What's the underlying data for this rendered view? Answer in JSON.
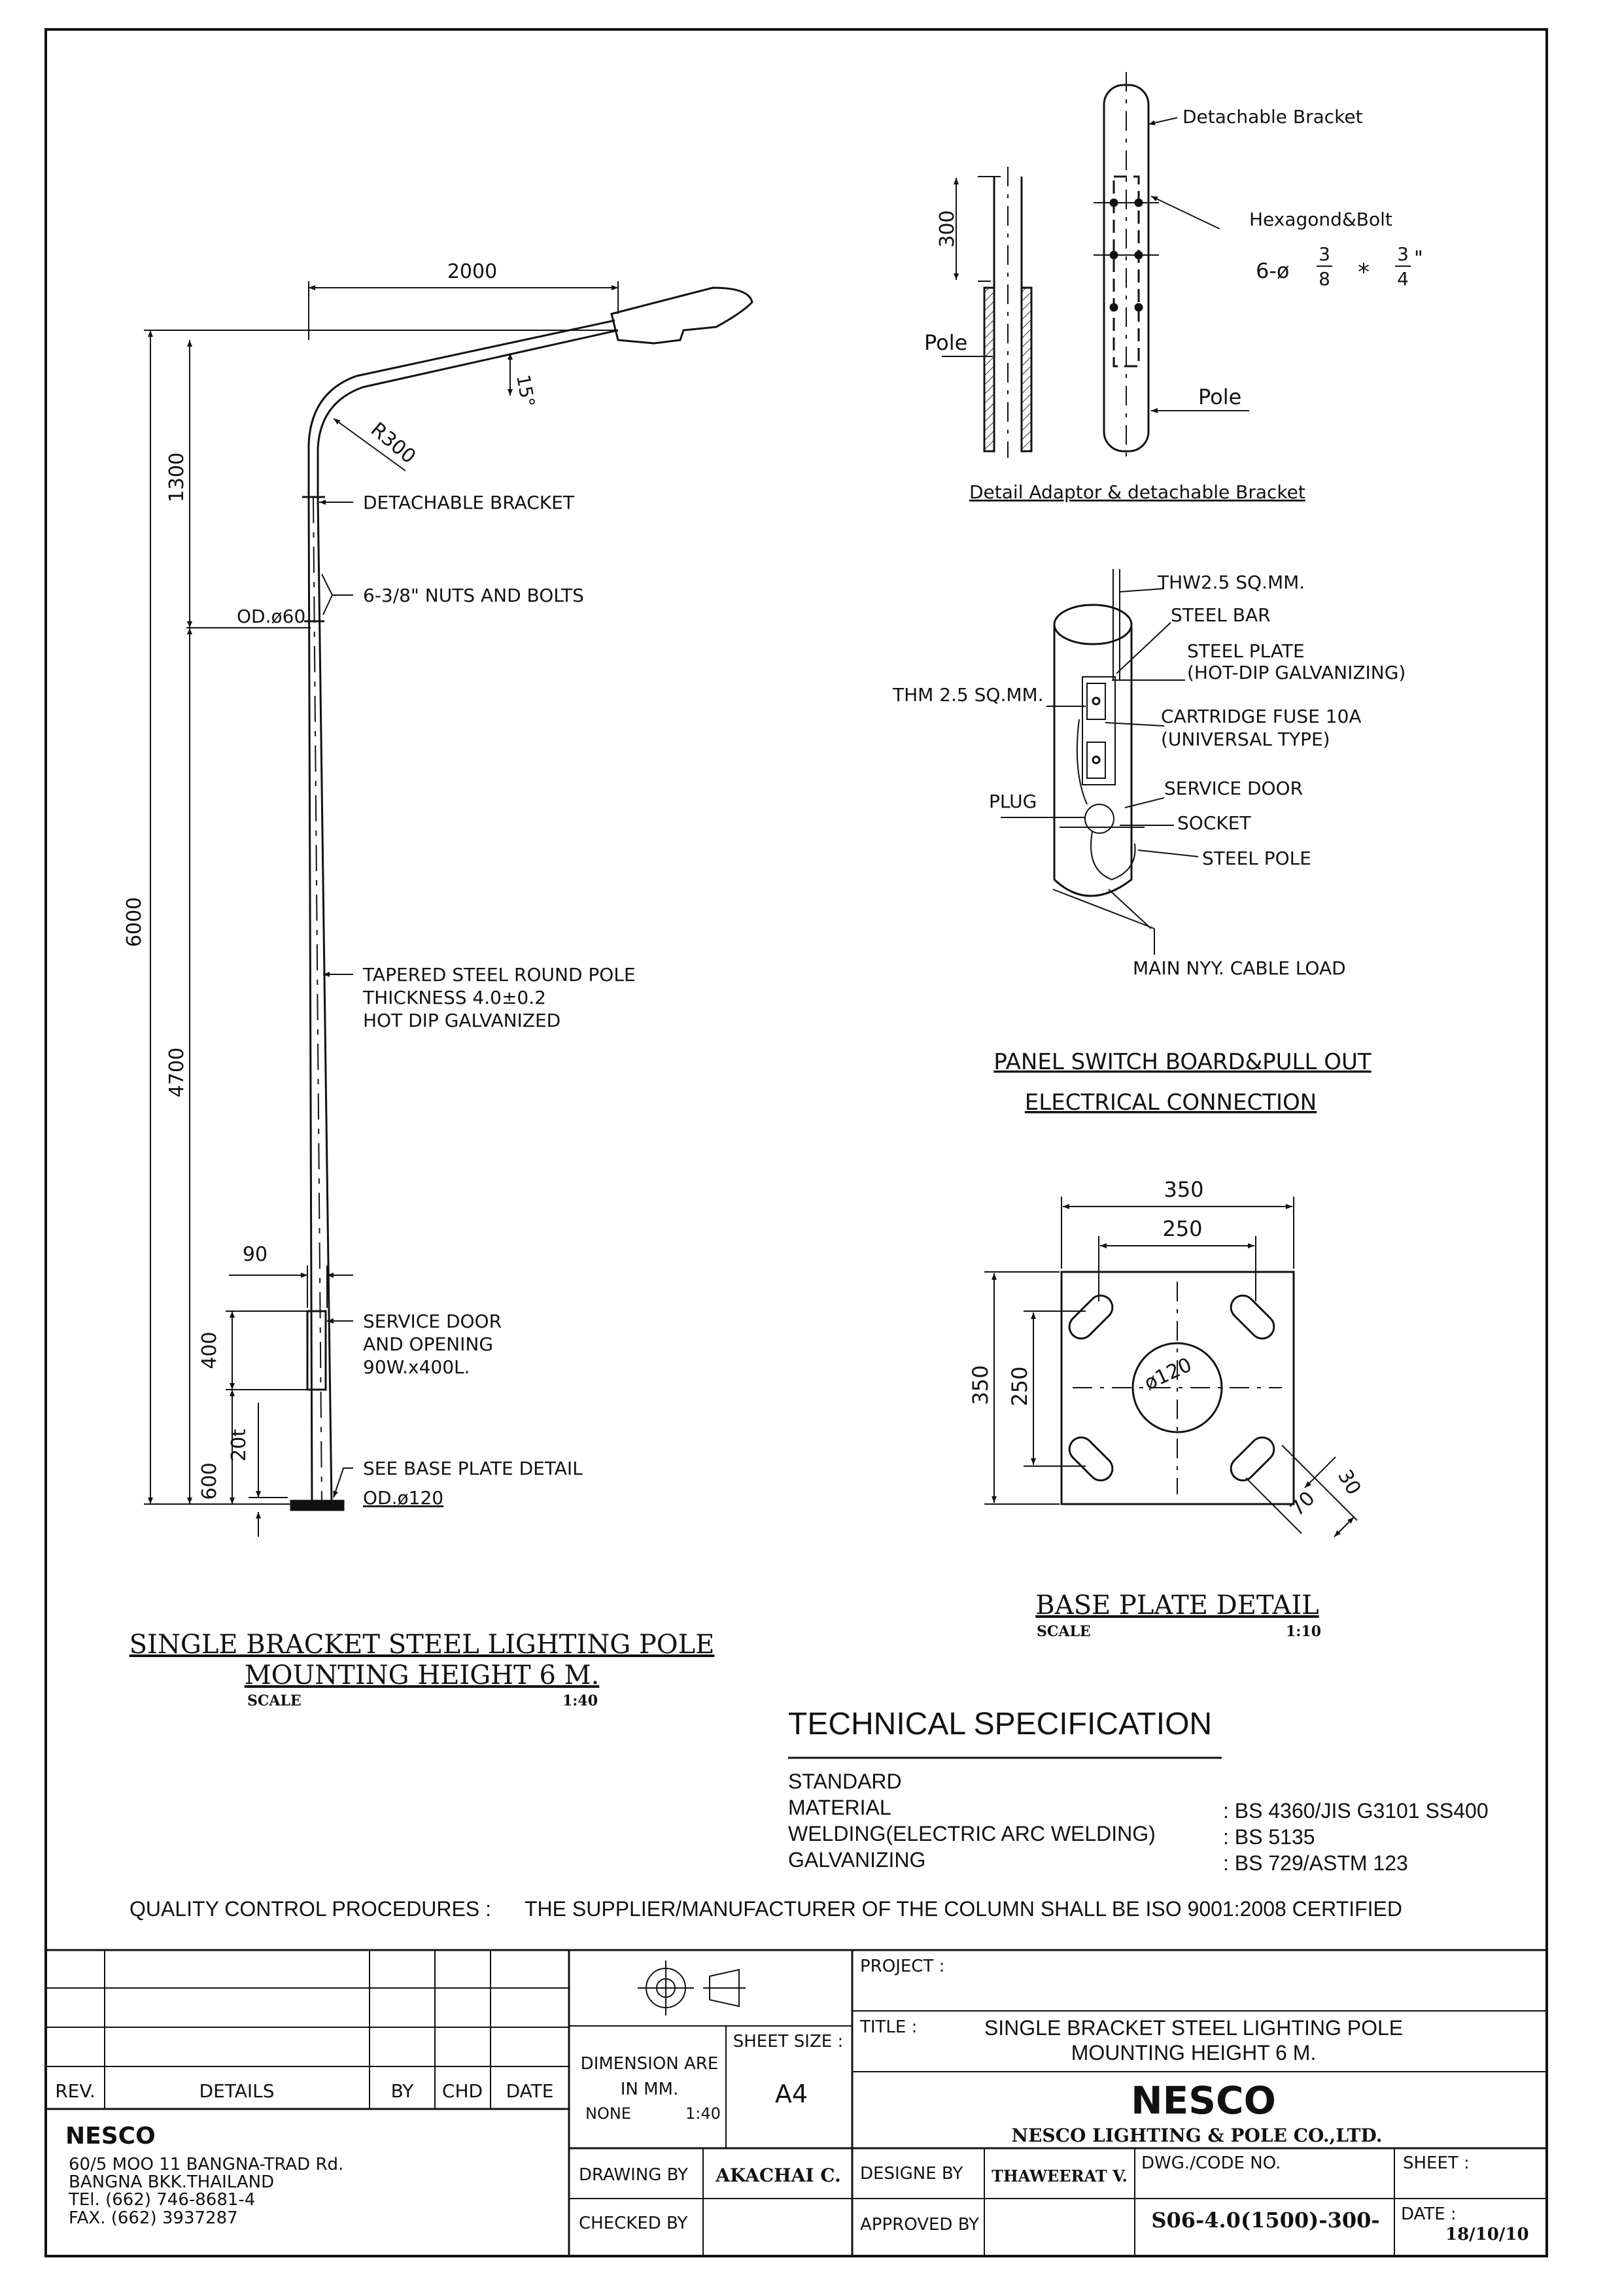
{
  "pole_elevation": {
    "dim_bracket_length": "2000",
    "dim_angle": "15°",
    "dim_radius": "R300",
    "dim_upper": "1300",
    "dim_total": "6000",
    "dim_middle": "4700",
    "dim_door_width": "90",
    "dim_door_height": "400",
    "dim_base": "600",
    "dim_20t": "20t",
    "label_detachable_bracket": "DETACHABLE BRACKET",
    "label_nuts_bolts": "6-3/8\" NUTS AND BOLTS",
    "label_od60": "OD.ø60",
    "label_pole_1": "TAPERED STEEL ROUND POLE",
    "label_pole_2": "THICKNESS 4.0±0.2",
    "label_pole_3": "HOT DIP GALVANIZED",
    "label_door_1": "SERVICE DOOR",
    "label_door_2": "AND OPENING",
    "label_door_3": "90W.x400L.",
    "label_base_1": "SEE BASE PLATE DETAIL",
    "label_base_2": "OD.ø120",
    "title_1": "SINGLE BRACKET STEEL LIGHTING POLE",
    "title_2": "MOUNTING HEIGHT 6 M.",
    "scale_label": "SCALE",
    "scale_value": "1:40"
  },
  "adaptor_detail": {
    "dim_300": "300",
    "label_pole_left": "Pole",
    "label_pole_right": "Pole",
    "label_bracket": "Detachable Bracket",
    "label_bolt": "Hexagond&Bolt",
    "bolt_spec_prefix": "6-ø",
    "bolt_spec_frac1_num": "3",
    "bolt_spec_frac1_den": "8",
    "bolt_spec_times": "*",
    "bolt_spec_frac2_num": "3",
    "bolt_spec_frac2_den": "4",
    "bolt_spec_inch": "\"",
    "caption": "Detail Adaptor & detachable Bracket"
  },
  "electrical": {
    "thw": "THW2.5 SQ.MM.",
    "steel_bar": "STEEL BAR",
    "steel_plate_1": "STEEL PLATE",
    "steel_plate_2": "(HOT-DIP GALVANIZING)",
    "thm": "THM 2.5 SQ.MM.",
    "fuse_1": "CARTRIDGE FUSE 10A",
    "fuse_2": "(UNIVERSAL TYPE)",
    "plug": "PLUG",
    "service_door": "SERVICE DOOR",
    "socket": "SOCKET",
    "steel_pole": "STEEL POLE",
    "main_cable": "MAIN NYY. CABLE LOAD",
    "title_1": "PANEL SWITCH BOARD&PULL OUT",
    "title_2": "ELECTRICAL CONNECTION"
  },
  "base_plate": {
    "dim_350_top": "350",
    "dim_250_top": "250",
    "dim_350_side": "350",
    "dim_250_side": "250",
    "dim_hole": "ø120",
    "dim_30": "30",
    "dim_70": "70",
    "title": "BASE PLATE DETAIL",
    "scale_label": "SCALE",
    "scale_value": "1:10"
  },
  "spec": {
    "heading": "TECHNICAL SPECIFICATION",
    "rows": [
      {
        "name": "STANDARD",
        "value": ""
      },
      {
        "name": "MATERIAL",
        "value": ": BS 4360/JIS G3101 SS400"
      },
      {
        "name": "WELDING(ELECTRIC ARC WELDING)",
        "value": ": BS 5135"
      },
      {
        "name": "GALVANIZING",
        "value": ": BS 729/ASTM 123"
      }
    ],
    "qc_label": "QUALITY CONTROL PROCEDURES :",
    "qc_text": "THE SUPPLIER/MANUFACTURER OF THE COLUMN SHALL BE ISO 9001:2008 CERTIFIED"
  },
  "title_block": {
    "rev": "REV.",
    "details": "DETAILS",
    "by": "BY",
    "chd": "CHD",
    "date": "DATE",
    "company_logo": "NESCO",
    "address_1": "60/5 MOO 11 BANGNA-TRAD Rd.",
    "address_2": "BANGNA BKK.THAILAND",
    "address_3": "TEl. (662) 746-8681-4",
    "address_4": "FAX. (662) 3937287",
    "dimension_1": "DIMENSION ARE",
    "dimension_2": "IN MM.",
    "none": "NONE",
    "scale": "1:40",
    "sheet_size_label": "SHEET SIZE :",
    "sheet_size": "A4",
    "drawing_by_label": "DRAWING BY",
    "drawing_by": "AKACHAI C.",
    "checked_by_label": "CHECKED BY",
    "project_label": "PROJECT :",
    "title_label": "TITLE :",
    "title_1": "SINGLE BRACKET STEEL LIGHTING POLE",
    "title_2": "MOUNTING HEIGHT 6 M.",
    "brand": "NESCO",
    "company": "NESCO LIGHTING & POLE CO.,LTD.",
    "designe_by_label": "DESIGNE BY",
    "designe_by": "THAWEERAT V.",
    "approved_by_label": "APPROVED BY",
    "dwg_code_label": "DWG./CODE NO.",
    "dwg_code": "S06-4.0(1500)-300-",
    "sheet_label": "SHEET :",
    "date_label": "DATE :",
    "date_value": "18/10/10"
  }
}
